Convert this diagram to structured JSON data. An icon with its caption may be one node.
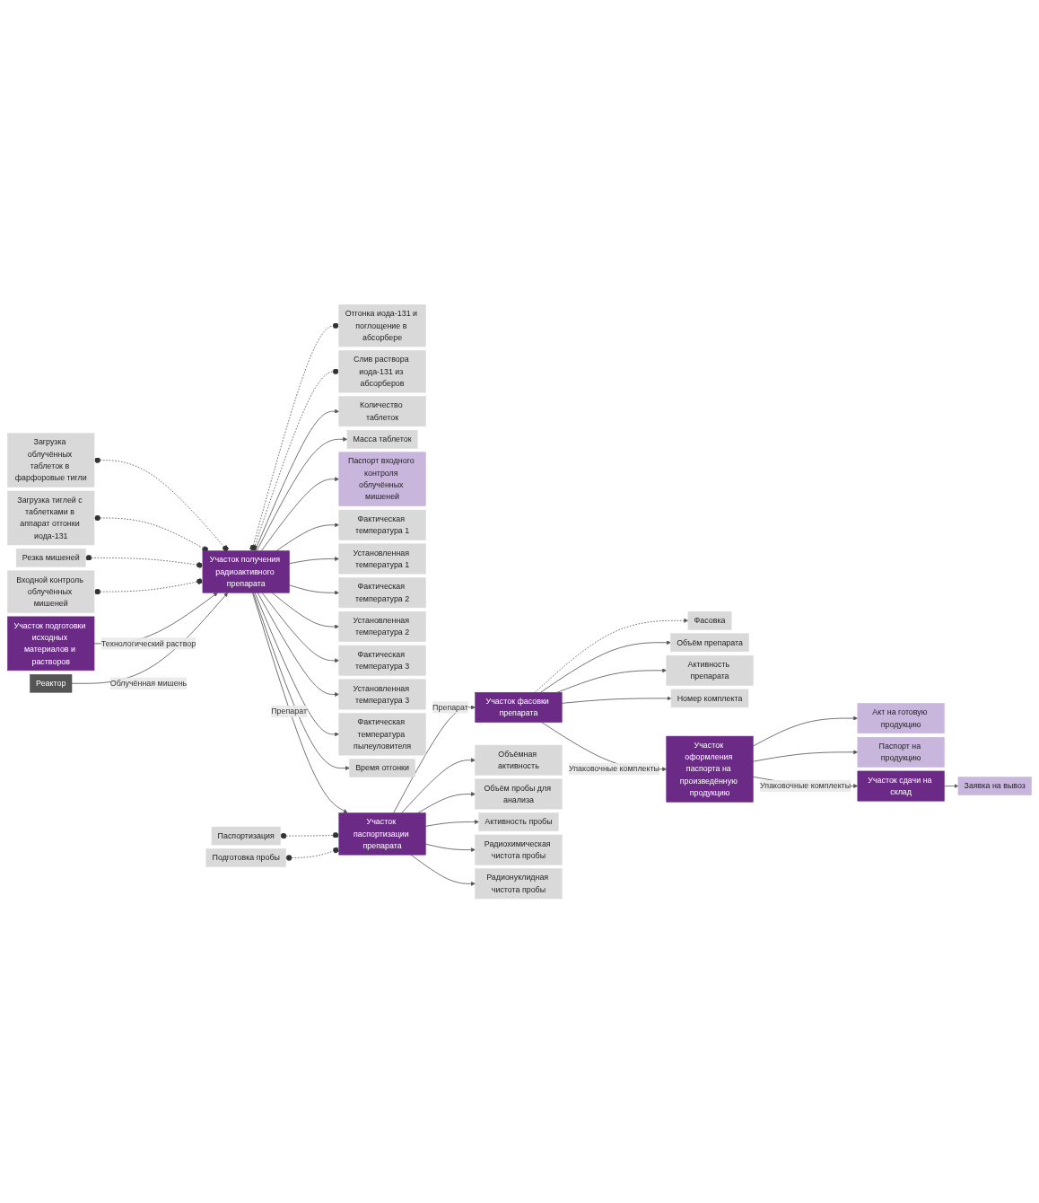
{
  "diagram": {
    "nodes": [
      {
        "text": [
          "Загрузка облучённых таблеток в фарфоровые тигли"
        ]
      },
      {
        "text": [
          "Загрузка тиглей с таблетками в аппарат отгонки иода-131"
        ]
      },
      {
        "text": [
          "Резка мишеней"
        ]
      },
      {
        "text": [
          "Входной контроль облучённых мишеней"
        ]
      },
      {
        "text": [
          "Участок подготовки исходных материалов и растворов"
        ]
      },
      {
        "text": [
          "Реактор"
        ]
      },
      {
        "text": [
          "Участок получения радиоактивного препарата"
        ]
      },
      {
        "text": [
          "Отгонка иода-131 и поглощение в абсорбере"
        ]
      },
      {
        "text": [
          "Слив раствора иода-131 из абсорберов"
        ]
      },
      {
        "text": [
          "Количество таблеток"
        ]
      },
      {
        "text": [
          "Масса таблеток"
        ]
      },
      {
        "text": [
          "Паспорт входного контроля облучённых мишеней"
        ]
      },
      {
        "text": [
          "Фактическая температура 1"
        ]
      },
      {
        "text": [
          "Установленная температура 1"
        ]
      },
      {
        "text": [
          "Фактическая температура 2"
        ]
      },
      {
        "text": [
          "Установленная температура 2"
        ]
      },
      {
        "text": [
          "Фактическая температура 3"
        ]
      },
      {
        "text": [
          "Установленная температура 3"
        ]
      },
      {
        "text": [
          "Фактическая температура пылеуловителя"
        ]
      },
      {
        "text": [
          "Время отгонки"
        ]
      },
      {
        "text": [
          "Паспортизация"
        ]
      },
      {
        "text": [
          "Участок паспортизации препарата"
        ]
      },
      {
        "text": [
          "Участок фасовки препарата"
        ]
      },
      {
        "text": [
          "Подготовка пробы"
        ]
      },
      {
        "text": [
          "Фасовка"
        ]
      },
      {
        "text": [
          "Объёмная активность"
        ]
      },
      {
        "text": [
          "Объём препарата"
        ]
      },
      {
        "text": [
          "Объём пробы для анализа"
        ]
      },
      {
        "text": [
          "Активность препарата"
        ]
      },
      {
        "text": [
          "Активность пробы"
        ]
      },
      {
        "text": [
          "Номер комплекта"
        ]
      },
      {
        "text": [
          "Радиохимическая чистота пробы"
        ]
      },
      {
        "text": [
          "Акт на готовую продукцию"
        ]
      },
      {
        "text": [
          "Паспорт на продукцию"
        ]
      },
      {
        "text": [
          "Радионуклидная чистота пробы"
        ]
      },
      {
        "text": [
          "Участок сдачи на склад"
        ]
      },
      {
        "text": [
          "Участок оформления паспорта на произведённую продукцию"
        ]
      },
      {
        "text": [
          "Заявка на вывоз"
        ]
      }
    ],
    "edges": [
      {
        "from": 0,
        "to": 6,
        "arrow": "other",
        "style": "dashed"
      },
      {
        "from": 1,
        "to": 6,
        "arrow": "other",
        "style": "dashed"
      },
      {
        "from": 2,
        "to": 6,
        "arrow": "other",
        "style": "dashed"
      },
      {
        "from": 3,
        "to": 6,
        "arrow": "other",
        "style": "dashed"
      },
      {
        "from": 4,
        "to": 6,
        "arrow": "to",
        "label": "Технологический раствор"
      },
      {
        "from": 5,
        "to": 6,
        "arrow": "to",
        "label": "Облучённая мишень"
      },
      {
        "from": 6,
        "to": 7,
        "arrow": "other",
        "style": "dashed"
      },
      {
        "from": 6,
        "to": 8,
        "arrow": "other",
        "style": "dashed"
      },
      {
        "from": 6,
        "to": 9,
        "arrow": "to"
      },
      {
        "from": 6,
        "to": 10,
        "arrow": "to"
      },
      {
        "from": 6,
        "to": 11,
        "arrow": "to"
      },
      {
        "from": 6,
        "to": 12,
        "arrow": "to"
      },
      {
        "from": 6,
        "to": 14,
        "arrow": "to"
      },
      {
        "from": 6,
        "to": 16,
        "arrow": "to"
      },
      {
        "from": 6,
        "to": 18,
        "arrow": "to"
      },
      {
        "from": 6,
        "to": 13,
        "arrow": "to"
      },
      {
        "from": 6,
        "to": 15,
        "arrow": "to"
      },
      {
        "from": 6,
        "to": 17,
        "arrow": "to"
      },
      {
        "from": 6,
        "to": 19,
        "arrow": "to"
      },
      {
        "from": 6,
        "to": 21,
        "arrow": "to",
        "label": "Препарат"
      },
      {
        "from": 21,
        "to": 22,
        "arrow": "to",
        "label": "Препарат"
      },
      {
        "from": 20,
        "to": 21,
        "arrow": "other",
        "style": "dashed"
      },
      {
        "from": 23,
        "to": 21,
        "arrow": "other",
        "style": "dashed"
      },
      {
        "from": 22,
        "to": 24,
        "arrow": "to",
        "style": "dashed"
      },
      {
        "from": 22,
        "to": 26,
        "arrow": "to"
      },
      {
        "from": 22,
        "to": 28,
        "arrow": "to"
      },
      {
        "from": 22,
        "to": 30,
        "arrow": "to"
      },
      {
        "from": 21,
        "to": 25,
        "arrow": "to"
      },
      {
        "from": 21,
        "to": 27,
        "arrow": "to"
      },
      {
        "from": 21,
        "to": 29,
        "arrow": "to"
      },
      {
        "from": 21,
        "to": 31,
        "arrow": "to"
      },
      {
        "from": 21,
        "to": 34,
        "arrow": "to"
      },
      {
        "from": 36,
        "to": 32,
        "arrow": "to"
      },
      {
        "from": 36,
        "to": 33,
        "arrow": "to"
      },
      {
        "from": 22,
        "to": 36,
        "arrow": "to",
        "label": "Упаковочные комплекты"
      },
      {
        "from": 36,
        "to": 35,
        "arrow": "to",
        "label": "Упаковочные комплекты"
      },
      {
        "from": 35,
        "to": 37,
        "arrow": "to"
      }
    ]
  }
}
